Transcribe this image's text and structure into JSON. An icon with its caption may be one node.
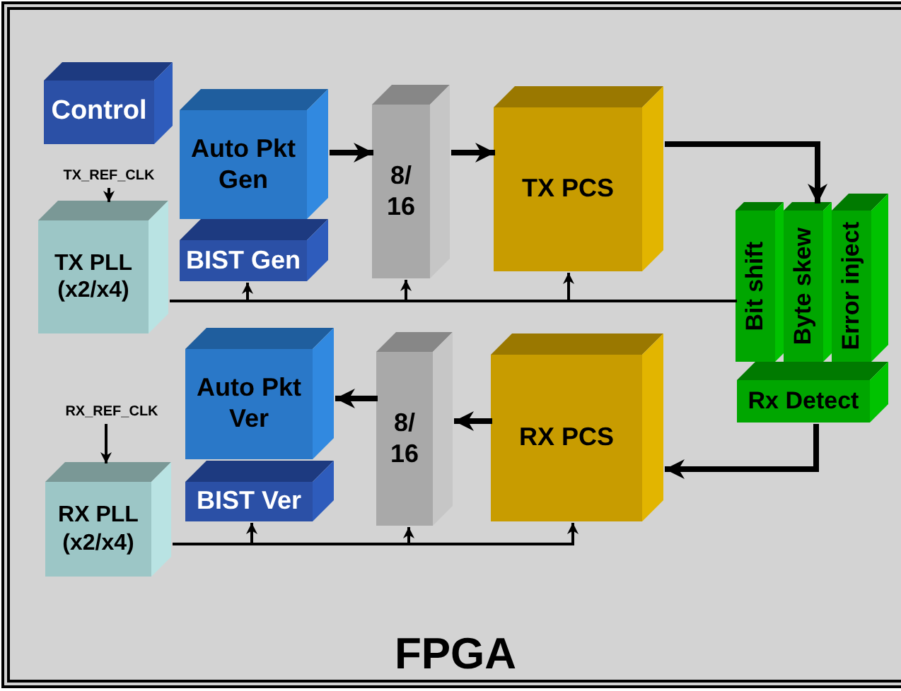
{
  "diagram": {
    "nodes": [
      {
        "text": [
          "FPGA"
        ]
      },
      {
        "text": [
          "Control"
        ],
        "in": 0
      },
      {
        "text": [
          "TX_REF_CLK"
        ],
        "in": 0
      },
      {
        "text": [
          "TX PLL (x2/x4)"
        ],
        "in": 0
      },
      {
        "text": [
          "Auto Pkt Gen"
        ],
        "in": 0
      },
      {
        "text": [
          "BIST Gen"
        ],
        "in": 0
      },
      {
        "text": [
          "8/ 16"
        ],
        "in": 0
      },
      {
        "text": [
          "TX PCS"
        ],
        "in": 0
      },
      {
        "text": [
          "Bit shift"
        ],
        "in": 0
      },
      {
        "text": [
          "Byte skew"
        ],
        "in": 0
      },
      {
        "text": [
          "Error inject"
        ],
        "in": 0
      },
      {
        "text": [
          "Rx Detect"
        ],
        "in": 0
      },
      {
        "text": [
          "RX_REF_CLK"
        ],
        "in": 0
      },
      {
        "text": [
          "RX PLL (x2/x4)"
        ],
        "in": 0
      },
      {
        "text": [
          "Auto Pkt Ver"
        ],
        "in": 0
      },
      {
        "text": [
          "BIST Ver"
        ],
        "in": 0
      },
      {
        "text": [
          "8/ 16"
        ],
        "in": 0
      },
      {
        "text": [
          "RX PCS"
        ],
        "in": 0
      }
    ],
    "edges": [
      {
        "from": 2,
        "to": 3,
        "arrow": "to"
      },
      {
        "from": 4,
        "to": 6,
        "arrow": "to",
        "style": "thick"
      },
      {
        "from": 6,
        "to": 7,
        "arrow": "to",
        "style": "thick"
      },
      {
        "from": 7,
        "to": 9,
        "arrow": "to",
        "style": "thick"
      },
      {
        "from": 3,
        "to": 5,
        "arrow": "to"
      },
      {
        "from": 3,
        "to": 6,
        "arrow": "to"
      },
      {
        "from": 3,
        "to": 7,
        "arrow": "to"
      },
      {
        "from": 3,
        "to": 8,
        "arrow": "none"
      },
      {
        "from": 11,
        "to": 17,
        "arrow": "to",
        "style": "thick"
      },
      {
        "from": 17,
        "to": 16,
        "arrow": "to",
        "style": "thick"
      },
      {
        "from": 16,
        "to": 14,
        "arrow": "to",
        "style": "thick"
      },
      {
        "from": 12,
        "to": 13,
        "arrow": "to"
      },
      {
        "from": 13,
        "to": 15,
        "arrow": "to"
      },
      {
        "from": 13,
        "to": 16,
        "arrow": "to"
      },
      {
        "from": 13,
        "to": 17,
        "arrow": "to"
      }
    ]
  }
}
